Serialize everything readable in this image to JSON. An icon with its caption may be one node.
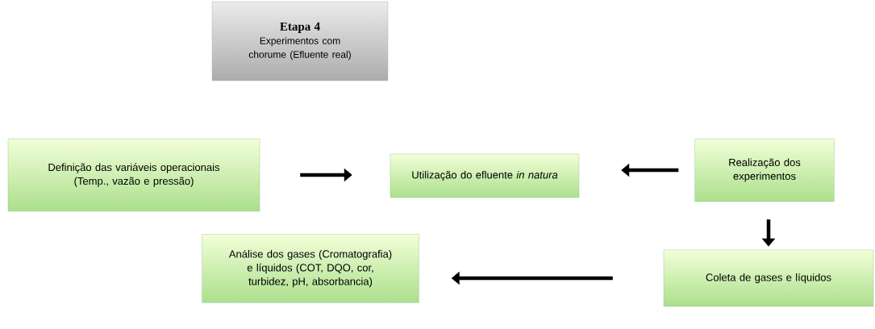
{
  "diagram": {
    "nodes": [
      {
        "text": [
          "Etapa 4",
          "Experimentos com chorume (Efluente real)"
        ]
      },
      {
        "text": [
          "Definição das variáveis operacionais (Temp., vazão e pressão)"
        ]
      },
      {
        "text": [
          "Utilização do efluente *in natura*"
        ]
      },
      {
        "text": [
          "Realização dos experimentos"
        ]
      },
      {
        "text": [
          "Coleta de gases e líquidos"
        ]
      },
      {
        "text": [
          "Análise dos gases (Cromatografia) e líquidos (COT, DQO, cor, turbidez, pH, absorbancia)"
        ]
      }
    ],
    "edges": [
      {
        "from": 1,
        "to": 2,
        "arrow": "to"
      },
      {
        "from": 3,
        "to": 2,
        "arrow": "to"
      },
      {
        "from": 3,
        "to": 4,
        "arrow": "to"
      },
      {
        "from": 4,
        "to": 5,
        "arrow": "to"
      }
    ]
  }
}
